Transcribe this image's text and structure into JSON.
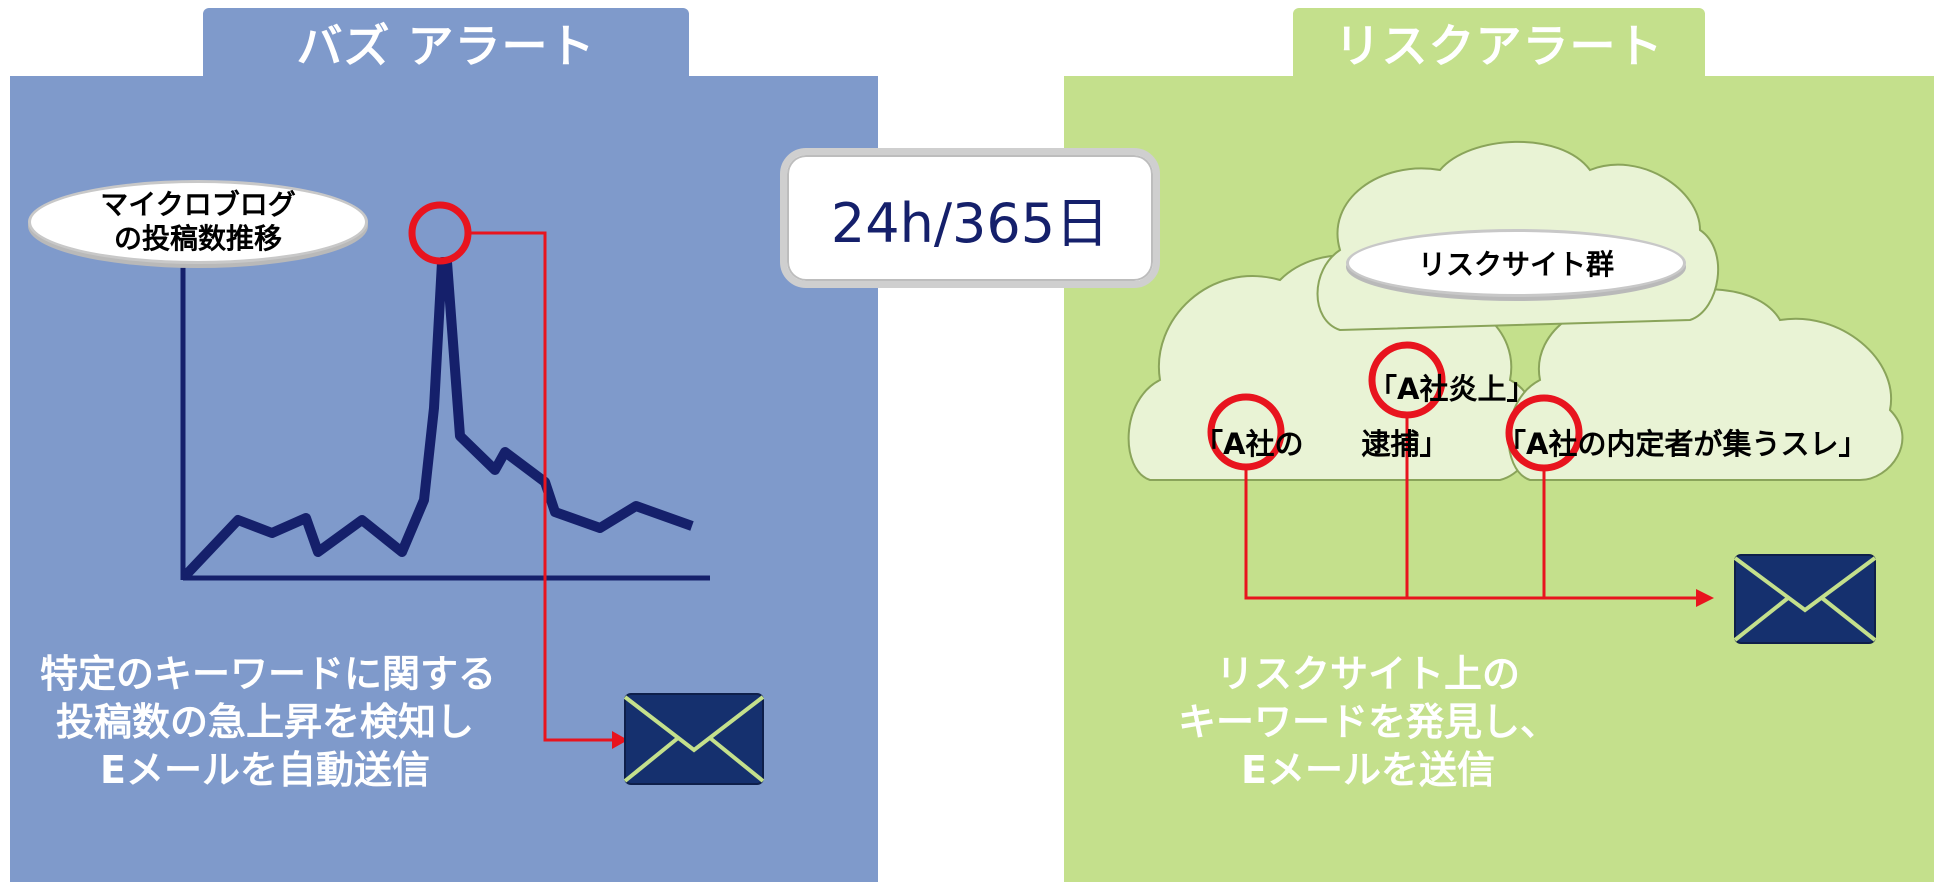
{
  "buzz": {
    "title": "バズ アラート",
    "chart_label_line1": "マイクロブログ",
    "chart_label_line2": "の投稿数推移",
    "caption_line1": "特定のキーワードに関する",
    "caption_line2": "投稿数の急上昇を検知し",
    "caption_line3": "Eメールを自動送信",
    "color": "#7f9acb"
  },
  "center": {
    "label": "24h/365日"
  },
  "risk": {
    "title": "リスクアラート",
    "cloud_label": "リスクサイト群",
    "post_1": "「A社炎上」",
    "post_2": "「A社の　　逮捕」",
    "post_3": "「A社の内定者が集うスレ」",
    "caption_line1": "リスクサイト上の",
    "caption_line2": "キーワードを発見し、",
    "caption_line3": "Eメールを送信",
    "color": "#c4e08c"
  },
  "icons": {
    "mail_1": "envelope-icon",
    "mail_2": "envelope-icon"
  },
  "colors": {
    "highlight": "#e8141e",
    "line": "#15206b",
    "mail": "#15306e"
  }
}
